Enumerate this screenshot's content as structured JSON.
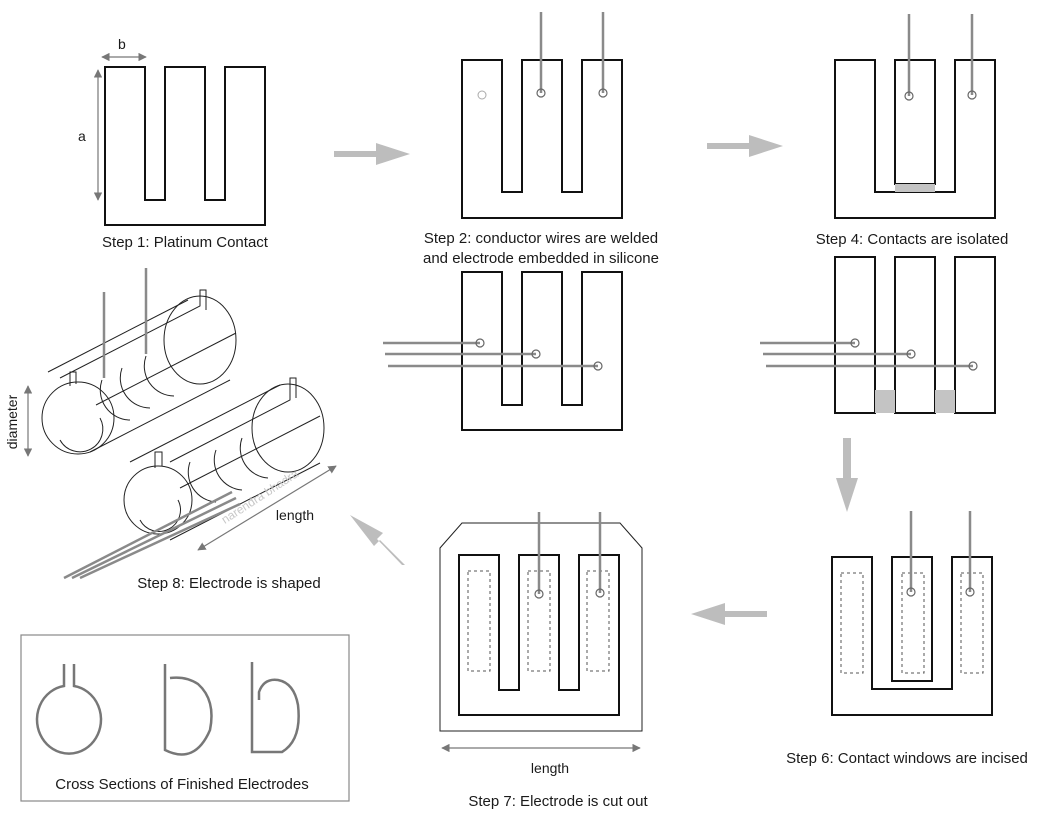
{
  "labels": {
    "step1": "Step 1: Platinum Contact",
    "step2_line1": "Step 2: conductor wires are welded",
    "step2_line2": "and electrode embedded in silicone",
    "step4": "Step 4: Contacts are isolated",
    "step6": "Step 6: Contact windows are incised",
    "step7": "Step 7: Electrode is cut out",
    "step8": "Step 8: Electrode is  shaped",
    "cross_sections": "Cross Sections of Finished Electrodes"
  },
  "dimensions": {
    "a": "a",
    "b": "b",
    "diameter": "diameter",
    "length_step8": "length",
    "length_step7": "length"
  },
  "watermark": "narendra bhadra",
  "colors": {
    "outline": "#111111",
    "wire": "#8a8a8a",
    "flow_arrow": "#bdbdbd",
    "isolation_fill": "#c4c4c4"
  }
}
